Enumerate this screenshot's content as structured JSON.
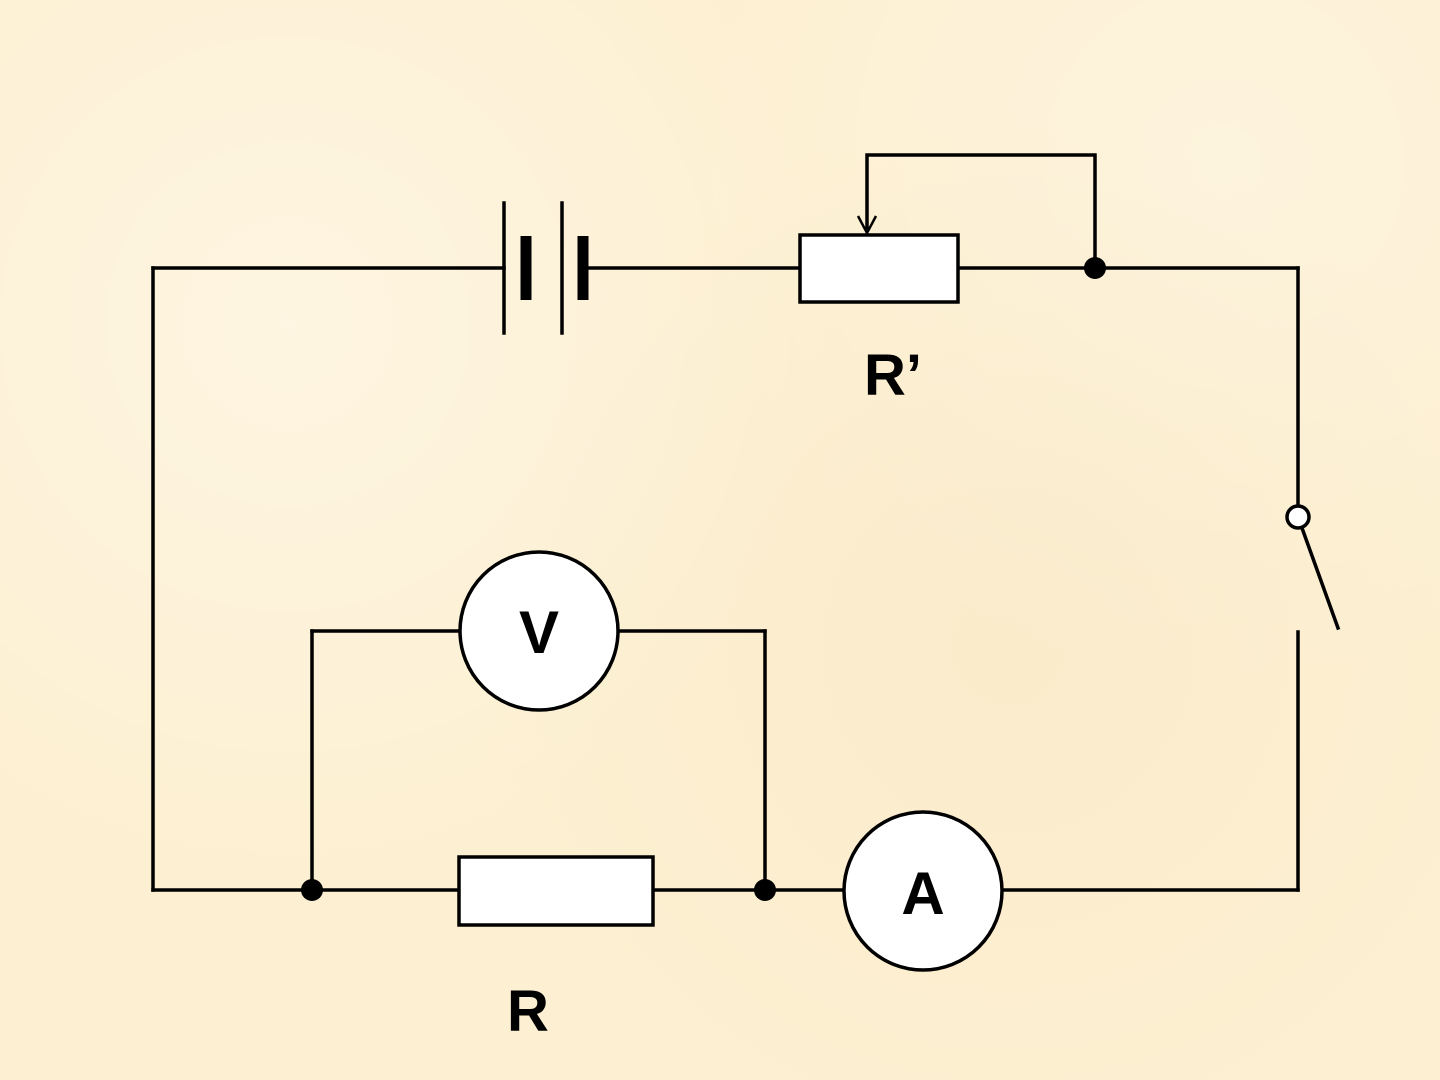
{
  "diagram": {
    "rheostat_label": "R’",
    "resistor_label": "R",
    "voltmeter_label": "V",
    "ammeter_label": "A",
    "colors": {
      "background": "#fdf0d2",
      "line": "#000000",
      "component_fill": "#ffffff"
    },
    "icons": [
      "battery-icon",
      "rheostat-icon",
      "switch-icon",
      "voltmeter-icon",
      "ammeter-icon",
      "resistor-icon"
    ]
  }
}
